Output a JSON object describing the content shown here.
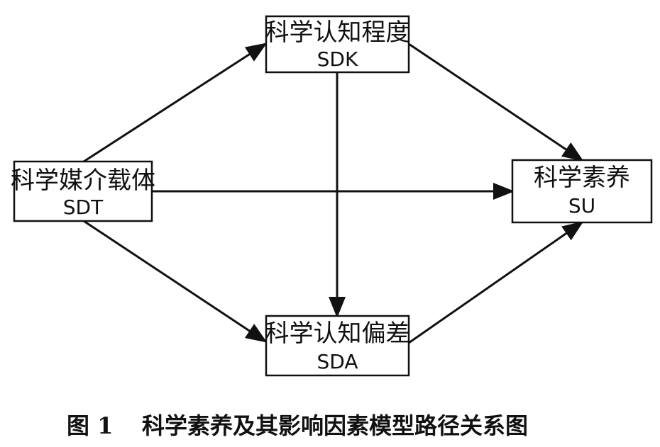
{
  "nodes": {
    "sdk": {
      "name": "科学认知程度",
      "code": "SDK"
    },
    "sdt": {
      "name": "科学媒介载体",
      "code": "SDT"
    },
    "su": {
      "name": "科学素养",
      "code": "SU"
    },
    "sda": {
      "name": "科学认知偏差",
      "code": "SDA"
    }
  },
  "edges": [
    {
      "from": "SDT",
      "to": "SDK"
    },
    {
      "from": "SDT",
      "to": "SU"
    },
    {
      "from": "SDT",
      "to": "SDA"
    },
    {
      "from": "SDK",
      "to": "SU"
    },
    {
      "from": "SDK",
      "to": "SDA"
    },
    {
      "from": "SDA",
      "to": "SU"
    }
  ],
  "caption": {
    "number": "图 1",
    "text": "科学素养及其影响因素模型路径关系图"
  },
  "colors": {
    "stroke": "#111111",
    "background": "#ffffff"
  }
}
